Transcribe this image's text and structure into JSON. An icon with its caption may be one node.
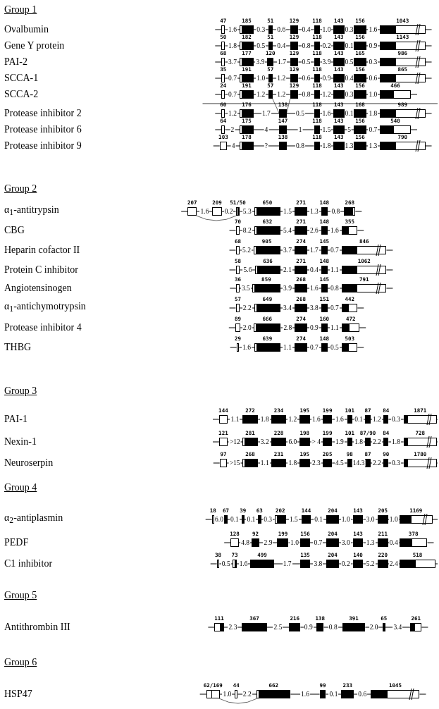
{
  "diagram": {
    "nodes": [
      {
        "text": [
          "47"
        ]
      },
      {
        "text": [
          "185"
        ]
      },
      {
        "text": [
          "51"
        ]
      },
      {
        "text": [
          "129"
        ]
      },
      {
        "text": [
          "118"
        ]
      },
      {
        "text": [
          "143"
        ]
      },
      {
        "text": [
          "156"
        ]
      },
      {
        "text": [
          "1043"
        ]
      },
      {
        "text": [
          "50"
        ]
      },
      {
        "text": [
          "182"
        ]
      },
      {
        "text": [
          "51"
        ]
      },
      {
        "text": [
          "129"
        ]
      },
      {
        "text": [
          "118"
        ]
      },
      {
        "text": [
          "143"
        ]
      },
      {
        "text": [
          "156"
        ]
      },
      {
        "text": [
          "1143"
        ]
      },
      {
        "text": [
          "68"
        ]
      },
      {
        "text": [
          "177"
        ]
      },
      {
        "text": [
          "120"
        ]
      },
      {
        "text": [
          "129"
        ]
      },
      {
        "text": [
          "118"
        ]
      },
      {
        "text": [
          "143"
        ]
      },
      {
        "text": [
          "165"
        ]
      },
      {
        "text": [
          "986"
        ]
      },
      {
        "text": [
          "35"
        ]
      },
      {
        "text": [
          "191"
        ]
      },
      {
        "text": [
          "57"
        ]
      },
      {
        "text": [
          "129"
        ]
      },
      {
        "text": [
          "118"
        ]
      },
      {
        "text": [
          "143"
        ]
      },
      {
        "text": [
          "156"
        ]
      },
      {
        "text": [
          "865"
        ]
      },
      {
        "text": [
          "24"
        ]
      },
      {
        "text": [
          "191"
        ]
      },
      {
        "text": [
          "57"
        ]
      },
      {
        "text": [
          "129"
        ]
      },
      {
        "text": [
          "118"
        ]
      },
      {
        "text": [
          "143"
        ]
      },
      {
        "text": [
          "156"
        ]
      },
      {
        "text": [
          "466"
        ]
      },
      {
        "text": [
          "60"
        ]
      },
      {
        "text": [
          "176"
        ]
      },
      {
        "text": [
          "138"
        ]
      },
      {
        "text": [
          "118"
        ]
      },
      {
        "text": [
          "143"
        ]
      },
      {
        "text": [
          "168"
        ]
      },
      {
        "text": [
          "989"
        ]
      },
      {
        "text": [
          "64"
        ]
      },
      {
        "text": [
          "175"
        ]
      },
      {
        "text": [
          "147"
        ]
      },
      {
        "text": [
          "118"
        ]
      },
      {
        "text": [
          "143"
        ]
      },
      {
        "text": [
          "156"
        ]
      },
      {
        "text": [
          "540"
        ]
      },
      {
        "text": [
          "103"
        ]
      },
      {
        "text": [
          "178"
        ]
      },
      {
        "text": [
          "138"
        ]
      },
      {
        "text": [
          "118"
        ]
      },
      {
        "text": [
          "143"
        ]
      },
      {
        "text": [
          "156"
        ]
      },
      {
        "text": [
          "790"
        ]
      },
      {
        "text": [
          "207"
        ]
      },
      {
        "text": [
          "209"
        ]
      },
      {
        "text": [
          "51/50"
        ]
      },
      {
        "text": [
          "650"
        ]
      },
      {
        "text": [
          "271"
        ]
      },
      {
        "text": [
          "148"
        ]
      },
      {
        "text": [
          "268"
        ]
      },
      {
        "text": [
          "70"
        ]
      },
      {
        "text": [
          "632"
        ]
      },
      {
        "text": [
          "271"
        ]
      },
      {
        "text": [
          "148"
        ]
      },
      {
        "text": [
          "355"
        ]
      },
      {
        "text": [
          "68"
        ]
      },
      {
        "text": [
          "905"
        ]
      },
      {
        "text": [
          "274"
        ]
      },
      {
        "text": [
          "145"
        ]
      },
      {
        "text": [
          "846"
        ]
      },
      {
        "text": [
          "58"
        ]
      },
      {
        "text": [
          "636"
        ]
      },
      {
        "text": [
          "271"
        ]
      },
      {
        "text": [
          "148"
        ]
      },
      {
        "text": [
          "1062"
        ]
      },
      {
        "text": [
          "36"
        ]
      },
      {
        "text": [
          "859"
        ]
      },
      {
        "text": [
          "268"
        ]
      },
      {
        "text": [
          "145"
        ]
      },
      {
        "text": [
          "791"
        ]
      },
      {
        "text": [
          "57"
        ]
      },
      {
        "text": [
          "649"
        ]
      },
      {
        "text": [
          "268"
        ]
      },
      {
        "text": [
          "151"
        ]
      },
      {
        "text": [
          "442"
        ]
      },
      {
        "text": [
          "89"
        ]
      },
      {
        "text": [
          "666"
        ]
      },
      {
        "text": [
          "274"
        ]
      },
      {
        "text": [
          "160"
        ]
      },
      {
        "text": [
          "472"
        ]
      },
      {
        "text": [
          "29"
        ]
      },
      {
        "text": [
          "639"
        ]
      },
      {
        "text": [
          "274"
        ]
      },
      {
        "text": [
          "148"
        ]
      },
      {
        "text": [
          "503"
        ]
      },
      {
        "text": [
          "144"
        ]
      },
      {
        "text": [
          "272"
        ]
      },
      {
        "text": [
          "234"
        ]
      },
      {
        "text": [
          "195"
        ]
      },
      {
        "text": [
          "199"
        ]
      },
      {
        "text": [
          "101"
        ]
      },
      {
        "text": [
          "87"
        ]
      },
      {
        "text": [
          "84"
        ]
      },
      {
        "text": [
          "1871"
        ]
      },
      {
        "text": [
          "121"
        ]
      },
      {
        "text": [
          "281"
        ]
      },
      {
        "text": [
          "228"
        ]
      },
      {
        "text": [
          "198"
        ]
      },
      {
        "text": [
          "199"
        ]
      },
      {
        "text": [
          "101"
        ]
      },
      {
        "text": [
          "87/90"
        ]
      },
      {
        "text": [
          "84"
        ]
      },
      {
        "text": [
          "728"
        ]
      },
      {
        "text": [
          "97"
        ]
      },
      {
        "text": [
          "268"
        ]
      },
      {
        "text": [
          "231"
        ]
      },
      {
        "text": [
          "195"
        ]
      },
      {
        "text": [
          "205"
        ]
      },
      {
        "text": [
          "98"
        ]
      },
      {
        "text": [
          "87"
        ]
      },
      {
        "text": [
          "90"
        ]
      },
      {
        "text": [
          "1780"
        ]
      },
      {
        "text": [
          "18"
        ]
      },
      {
        "text": [
          "67"
        ]
      },
      {
        "text": [
          "39"
        ]
      },
      {
        "text": [
          "63"
        ]
      },
      {
        "text": [
          "202"
        ]
      },
      {
        "text": [
          "144"
        ]
      },
      {
        "text": [
          "204"
        ]
      },
      {
        "text": [
          "143"
        ]
      },
      {
        "text": [
          "205"
        ]
      },
      {
        "text": [
          "1169"
        ]
      },
      {
        "text": [
          "128"
        ]
      },
      {
        "text": [
          "92"
        ]
      },
      {
        "text": [
          "199"
        ]
      },
      {
        "text": [
          "156"
        ]
      },
      {
        "text": [
          "204"
        ]
      },
      {
        "text": [
          "143"
        ]
      },
      {
        "text": [
          "211"
        ]
      },
      {
        "text": [
          "378"
        ]
      },
      {
        "text": [
          "38"
        ]
      },
      {
        "text": [
          "73"
        ]
      },
      {
        "text": [
          "499"
        ]
      },
      {
        "text": [
          "135"
        ]
      },
      {
        "text": [
          "204"
        ]
      },
      {
        "text": [
          "140"
        ]
      },
      {
        "text": [
          "220"
        ]
      },
      {
        "text": [
          "518"
        ]
      },
      {
        "text": [
          "111"
        ]
      },
      {
        "text": [
          "367"
        ]
      },
      {
        "text": [
          "216"
        ]
      },
      {
        "text": [
          "138"
        ]
      },
      {
        "text": [
          "391"
        ]
      },
      {
        "text": [
          "65"
        ]
      },
      {
        "text": [
          "261"
        ]
      },
      {
        "text": [
          "62/169"
        ]
      },
      {
        "text": [
          "44"
        ]
      },
      {
        "text": [
          "662"
        ]
      },
      {
        "text": [
          "99"
        ]
      },
      {
        "text": [
          "233"
        ]
      },
      {
        "text": [
          "1045"
        ]
      }
    ],
    "edges": [
      {
        "from": 0,
        "to": 1,
        "arrow": "none",
        "label": "1.6"
      },
      {
        "from": 1,
        "to": 2,
        "arrow": "none",
        "label": "0.3"
      },
      {
        "from": 2,
        "to": 3,
        "arrow": "none",
        "label": "0.6"
      },
      {
        "from": 3,
        "to": 4,
        "arrow": "none",
        "label": "0.4"
      },
      {
        "from": 4,
        "to": 5,
        "arrow": "none",
        "label": "1.0"
      },
      {
        "from": 5,
        "to": 6,
        "arrow": "none",
        "label": "0.3"
      },
      {
        "from": 6,
        "to": 7,
        "arrow": "none",
        "label": "1.6"
      },
      {
        "from": 8,
        "to": 9,
        "arrow": "none",
        "label": "1.8"
      },
      {
        "from": 9,
        "to": 10,
        "arrow": "none",
        "label": "0.5"
      },
      {
        "from": 10,
        "to": 11,
        "arrow": "none",
        "label": "0.4"
      },
      {
        "from": 11,
        "to": 12,
        "arrow": "none",
        "label": "0.8"
      },
      {
        "from": 12,
        "to": 13,
        "arrow": "none",
        "label": "0.2"
      },
      {
        "from": 13,
        "to": 14,
        "arrow": "none",
        "label": "0.1"
      },
      {
        "from": 14,
        "to": 15,
        "arrow": "none",
        "label": "0.9"
      },
      {
        "from": 16,
        "to": 17,
        "arrow": "none",
        "label": "3.7"
      },
      {
        "from": 17,
        "to": 18,
        "arrow": "none",
        "label": "3.9"
      },
      {
        "from": 18,
        "to": 19,
        "arrow": "none",
        "label": "1.7"
      },
      {
        "from": 19,
        "to": 20,
        "arrow": "none",
        "label": "0.5"
      },
      {
        "from": 20,
        "to": 21,
        "arrow": "none",
        "label": "3.9"
      },
      {
        "from": 21,
        "to": 22,
        "arrow": "none",
        "label": "0.5"
      },
      {
        "from": 22,
        "to": 23,
        "arrow": "none",
        "label": "0.3"
      },
      {
        "from": 24,
        "to": 25,
        "arrow": "none",
        "label": "0.7"
      },
      {
        "from": 25,
        "to": 26,
        "arrow": "none",
        "label": "1.0"
      },
      {
        "from": 26,
        "to": 27,
        "arrow": "none",
        "label": "1.2"
      },
      {
        "from": 27,
        "to": 28,
        "arrow": "none",
        "label": "0.6"
      },
      {
        "from": 28,
        "to": 29,
        "arrow": "none",
        "label": "0.9"
      },
      {
        "from": 29,
        "to": 30,
        "arrow": "none",
        "label": "0.4"
      },
      {
        "from": 30,
        "to": 31,
        "arrow": "none",
        "label": "0.6"
      },
      {
        "from": 32,
        "to": 33,
        "arrow": "none",
        "label": "0.7"
      },
      {
        "from": 33,
        "to": 34,
        "arrow": "none",
        "label": "1.2"
      },
      {
        "from": 34,
        "to": 35,
        "arrow": "none",
        "label": "1.2"
      },
      {
        "from": 35,
        "to": 36,
        "arrow": "none",
        "label": "0.8"
      },
      {
        "from": 36,
        "to": 37,
        "arrow": "none",
        "label": "1.2"
      },
      {
        "from": 37,
        "to": 38,
        "arrow": "none",
        "label": "0.3"
      },
      {
        "from": 38,
        "to": 39,
        "arrow": "none",
        "label": "1.0"
      },
      {
        "from": 40,
        "to": 41,
        "arrow": "none",
        "label": "1.2"
      },
      {
        "from": 41,
        "to": 42,
        "arrow": "none",
        "label": "1.7"
      },
      {
        "from": 42,
        "to": 43,
        "arrow": "none",
        "label": "0.5"
      },
      {
        "from": 43,
        "to": 44,
        "arrow": "none",
        "label": "1.6"
      },
      {
        "from": 44,
        "to": 45,
        "arrow": "none",
        "label": "0.1"
      },
      {
        "from": 45,
        "to": 46,
        "arrow": "none",
        "label": "1.8"
      },
      {
        "from": 47,
        "to": 48,
        "arrow": "none",
        "label": "2"
      },
      {
        "from": 48,
        "to": 49,
        "arrow": "none",
        "label": "4"
      },
      {
        "from": 49,
        "to": 50,
        "arrow": "none",
        "label": "1"
      },
      {
        "from": 50,
        "to": 51,
        "arrow": "none",
        "label": "1.5"
      },
      {
        "from": 51,
        "to": 52,
        "arrow": "none",
        "label": "5"
      },
      {
        "from": 52,
        "to": 53,
        "arrow": "none",
        "label": "0.7"
      },
      {
        "from": 54,
        "to": 55,
        "arrow": "none",
        "label": "4"
      },
      {
        "from": 55,
        "to": 56,
        "arrow": "none",
        "label": "?"
      },
      {
        "from": 56,
        "to": 57,
        "arrow": "none",
        "label": "0.8"
      },
      {
        "from": 57,
        "to": 58,
        "arrow": "none",
        "label": "1.8"
      },
      {
        "from": 58,
        "to": 59,
        "arrow": "none",
        "label": "1.3"
      },
      {
        "from": 59,
        "to": 60,
        "arrow": "none",
        "label": "1.3"
      },
      {
        "from": 61,
        "to": 62,
        "arrow": "none",
        "label": "1.6"
      },
      {
        "from": 62,
        "to": 63,
        "arrow": "none",
        "label": "0.2"
      },
      {
        "from": 63,
        "to": 64,
        "arrow": "none",
        "label": "5.3"
      },
      {
        "from": 64,
        "to": 65,
        "arrow": "none",
        "label": "1.5"
      },
      {
        "from": 65,
        "to": 66,
        "arrow": "none",
        "label": "1.3"
      },
      {
        "from": 66,
        "to": 67,
        "arrow": "none",
        "label": "0.8"
      },
      {
        "from": 68,
        "to": 69,
        "arrow": "none",
        "label": "8.2"
      },
      {
        "from": 69,
        "to": 70,
        "arrow": "none",
        "label": "5.4"
      },
      {
        "from": 70,
        "to": 71,
        "arrow": "none",
        "label": "2.6"
      },
      {
        "from": 71,
        "to": 72,
        "arrow": "none",
        "label": "1.6"
      },
      {
        "from": 73,
        "to": 74,
        "arrow": "none",
        "label": "5.2"
      },
      {
        "from": 74,
        "to": 75,
        "arrow": "none",
        "label": "3.7"
      },
      {
        "from": 75,
        "to": 76,
        "arrow": "none",
        "label": "1.7"
      },
      {
        "from": 76,
        "to": 77,
        "arrow": "none",
        "label": "0.7"
      },
      {
        "from": 78,
        "to": 79,
        "arrow": "none",
        "label": "5.6"
      },
      {
        "from": 79,
        "to": 80,
        "arrow": "none",
        "label": "2.1"
      },
      {
        "from": 80,
        "to": 81,
        "arrow": "none",
        "label": "0.4"
      },
      {
        "from": 81,
        "to": 82,
        "arrow": "none",
        "label": "1.1"
      },
      {
        "from": 83,
        "to": 84,
        "arrow": "none",
        "label": "3.5"
      },
      {
        "from": 84,
        "to": 85,
        "arrow": "none",
        "label": "3.9"
      },
      {
        "from": 85,
        "to": 86,
        "arrow": "none",
        "label": "1.6"
      },
      {
        "from": 86,
        "to": 87,
        "arrow": "none",
        "label": "0.8"
      },
      {
        "from": 88,
        "to": 89,
        "arrow": "none",
        "label": "2.2"
      },
      {
        "from": 89,
        "to": 90,
        "arrow": "none",
        "label": "3.4"
      },
      {
        "from": 90,
        "to": 91,
        "arrow": "none",
        "label": "3.8"
      },
      {
        "from": 91,
        "to": 92,
        "arrow": "none",
        "label": "0.7"
      },
      {
        "from": 93,
        "to": 94,
        "arrow": "none",
        "label": "2.0"
      },
      {
        "from": 94,
        "to": 95,
        "arrow": "none",
        "label": "2.8"
      },
      {
        "from": 95,
        "to": 96,
        "arrow": "none",
        "label": "0.9"
      },
      {
        "from": 96,
        "to": 97,
        "arrow": "none",
        "label": "1.1"
      },
      {
        "from": 98,
        "to": 99,
        "arrow": "none",
        "label": "1.6"
      },
      {
        "from": 99,
        "to": 100,
        "arrow": "none",
        "label": "1.1"
      },
      {
        "from": 100,
        "to": 101,
        "arrow": "none",
        "label": "0.7"
      },
      {
        "from": 101,
        "to": 102,
        "arrow": "none",
        "label": "0.5"
      },
      {
        "from": 103,
        "to": 104,
        "arrow": "none",
        "label": "1.1"
      },
      {
        "from": 104,
        "to": 105,
        "arrow": "none",
        "label": "1.8"
      },
      {
        "from": 105,
        "to": 106,
        "arrow": "none",
        "label": "1.2"
      },
      {
        "from": 106,
        "to": 107,
        "arrow": "none",
        "label": "1.6"
      },
      {
        "from": 107,
        "to": 108,
        "arrow": "none",
        "label": "1.6"
      },
      {
        "from": 108,
        "to": 109,
        "arrow": "none",
        "label": "0.1"
      },
      {
        "from": 109,
        "to": 110,
        "arrow": "none",
        "label": "1.2"
      },
      {
        "from": 110,
        "to": 111,
        "arrow": "none",
        "label": "0.3"
      },
      {
        "from": 112,
        "to": 113,
        "arrow": "none",
        "label": ">12"
      },
      {
        "from": 113,
        "to": 114,
        "arrow": "none",
        "label": "3.2"
      },
      {
        "from": 114,
        "to": 115,
        "arrow": "none",
        "label": "6.0"
      },
      {
        "from": 115,
        "to": 116,
        "arrow": "none",
        "label": "> 4"
      },
      {
        "from": 116,
        "to": 117,
        "arrow": "none",
        "label": "1.9"
      },
      {
        "from": 117,
        "to": 118,
        "arrow": "none",
        "label": "1.8"
      },
      {
        "from": 118,
        "to": 119,
        "arrow": "none",
        "label": "2.2"
      },
      {
        "from": 119,
        "to": 120,
        "arrow": "none",
        "label": "1.8"
      },
      {
        "from": 121,
        "to": 122,
        "arrow": "none",
        "label": ">15"
      },
      {
        "from": 122,
        "to": 123,
        "arrow": "none",
        "label": "1.1"
      },
      {
        "from": 123,
        "to": 124,
        "arrow": "none",
        "label": "1.8"
      },
      {
        "from": 124,
        "to": 125,
        "arrow": "none",
        "label": "2.3"
      },
      {
        "from": 125,
        "to": 126,
        "arrow": "none",
        "label": "4.5"
      },
      {
        "from": 126,
        "to": 127,
        "arrow": "none",
        "label": "14.3"
      },
      {
        "from": 127,
        "to": 128,
        "arrow": "none",
        "label": "2.2"
      },
      {
        "from": 128,
        "to": 129,
        "arrow": "none",
        "label": "0.3"
      },
      {
        "from": 130,
        "to": 131,
        "arrow": "none",
        "label": "6.0"
      },
      {
        "from": 131,
        "to": 132,
        "arrow": "none",
        "label": "0.1"
      },
      {
        "from": 132,
        "to": 133,
        "arrow": "none",
        "label": "0.1"
      },
      {
        "from": 133,
        "to": 134,
        "arrow": "none",
        "label": "0.3"
      },
      {
        "from": 134,
        "to": 135,
        "arrow": "none",
        "label": "1.5"
      },
      {
        "from": 135,
        "to": 136,
        "arrow": "none",
        "label": "0.1"
      },
      {
        "from": 136,
        "to": 137,
        "arrow": "none",
        "label": "1.0"
      },
      {
        "from": 137,
        "to": 138,
        "arrow": "none",
        "label": "3.0"
      },
      {
        "from": 138,
        "to": 139,
        "arrow": "none",
        "label": "1.0"
      },
      {
        "from": 140,
        "to": 141,
        "arrow": "none",
        "label": "4.8"
      },
      {
        "from": 141,
        "to": 142,
        "arrow": "none",
        "label": "2.9"
      },
      {
        "from": 142,
        "to": 143,
        "arrow": "none",
        "label": "1.0"
      },
      {
        "from": 143,
        "to": 144,
        "arrow": "none",
        "label": "0.7"
      },
      {
        "from": 144,
        "to": 145,
        "arrow": "none",
        "label": "3.0"
      },
      {
        "from": 145,
        "to": 146,
        "arrow": "none",
        "label": "1.3"
      },
      {
        "from": 146,
        "to": 147,
        "arrow": "none",
        "label": "0.4"
      },
      {
        "from": 148,
        "to": 149,
        "arrow": "none",
        "label": "0.5"
      },
      {
        "from": 149,
        "to": 150,
        "arrow": "none",
        "label": "1.6"
      },
      {
        "from": 150,
        "to": 151,
        "arrow": "none",
        "label": "1.7"
      },
      {
        "from": 151,
        "to": 152,
        "arrow": "none",
        "label": "3.8"
      },
      {
        "from": 152,
        "to": 153,
        "arrow": "none",
        "label": "0.2"
      },
      {
        "from": 153,
        "to": 154,
        "arrow": "none",
        "label": "5.2"
      },
      {
        "from": 154,
        "to": 155,
        "arrow": "none",
        "label": "2.4"
      },
      {
        "from": 156,
        "to": 157,
        "arrow": "none",
        "label": "2.3"
      },
      {
        "from": 157,
        "to": 158,
        "arrow": "none",
        "label": "2.5"
      },
      {
        "from": 158,
        "to": 159,
        "arrow": "none",
        "label": "0.9"
      },
      {
        "from": 159,
        "to": 160,
        "arrow": "none",
        "label": "0.8"
      },
      {
        "from": 160,
        "to": 161,
        "arrow": "none",
        "label": "2.0"
      },
      {
        "from": 161,
        "to": 162,
        "arrow": "none",
        "label": "3.4"
      },
      {
        "from": 163,
        "to": 164,
        "arrow": "none",
        "label": "1.0"
      },
      {
        "from": 164,
        "to": 165,
        "arrow": "none",
        "label": "2.2"
      },
      {
        "from": 165,
        "to": 166,
        "arrow": "none",
        "label": "1.6"
      },
      {
        "from": 166,
        "to": 167,
        "arrow": "none",
        "label": "0.1"
      },
      {
        "from": 167,
        "to": 168,
        "arrow": "none",
        "label": "0.6"
      },
      {
        "from": 34,
        "to": 42,
        "arrow": "none"
      },
      {
        "from": 35,
        "to": 42,
        "arrow": "none"
      },
      {
        "from": 61,
        "to": 63,
        "arrow": "none"
      },
      {
        "from": 163,
        "to": 165,
        "arrow": "none"
      }
    ],
    "labels": [
      "Group 1",
      "Ovalbumin",
      "Gene Y protein",
      "PAI-2",
      "SCCA-1",
      "SCCA-2",
      "Protease inhibitor 2",
      "Protease inhibitor 6",
      "Protease inhibitor 9",
      "Group 2",
      "α$_{1}$-antitrypsin",
      "CBG",
      "Heparin cofactor II",
      "Protein C inhibitor",
      "Angiotensinogen",
      "α$_{1}$-antichymotrypsin",
      "Protease inhibitor 4",
      "THBG",
      "Group 3",
      "PAI-1",
      "Nexin-1",
      "Neuroserpin",
      "Group 4",
      "α$_{2}$-antiplasmin",
      "PEDF",
      "C1 inhibitor",
      "Group 5",
      "Antithrombin III",
      "Group 6",
      "HSP47"
    ]
  }
}
